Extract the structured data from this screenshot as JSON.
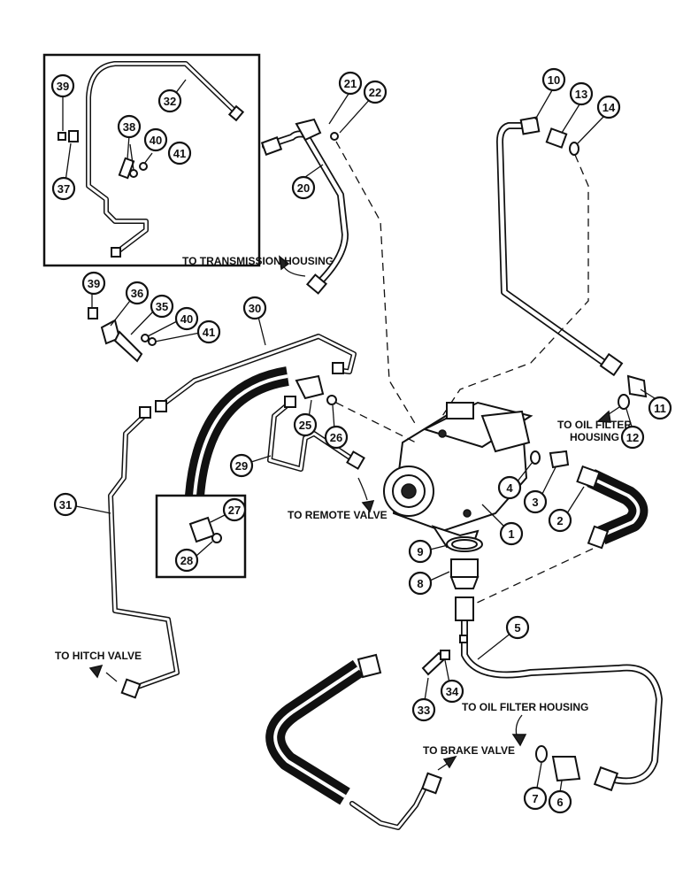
{
  "destinations": {
    "transmission": "TO TRANSMISSION HOUSING",
    "oil_filter_upper_1": "TO OIL FILTER",
    "oil_filter_upper_2": "HOUSING",
    "remote_valve": "TO REMOTE VALVE",
    "hitch_valve": "TO HITCH VALVE",
    "oil_filter_lower": "TO OIL FILTER HOUSING",
    "brake_valve": "TO BRAKE VALVE"
  },
  "callouts": {
    "c1": "1",
    "c2": "2",
    "c3": "3",
    "c4": "4",
    "c5": "5",
    "c6": "6",
    "c7": "7",
    "c8": "8",
    "c9": "9",
    "c10": "10",
    "c11": "11",
    "c12": "12",
    "c13": "13",
    "c14": "14",
    "c20": "20",
    "c21": "21",
    "c22": "22",
    "c25": "25",
    "c26": "26",
    "c27": "27",
    "c28": "28",
    "c29": "29",
    "c30": "30",
    "c31": "31",
    "c32": "32",
    "c33": "33",
    "c34": "34",
    "c35": "35",
    "c36": "36",
    "c37": "37",
    "c38": "38",
    "c39a": "39",
    "c39b": "39",
    "c40a": "40",
    "c40b": "40",
    "c41a": "41",
    "c41b": "41"
  }
}
